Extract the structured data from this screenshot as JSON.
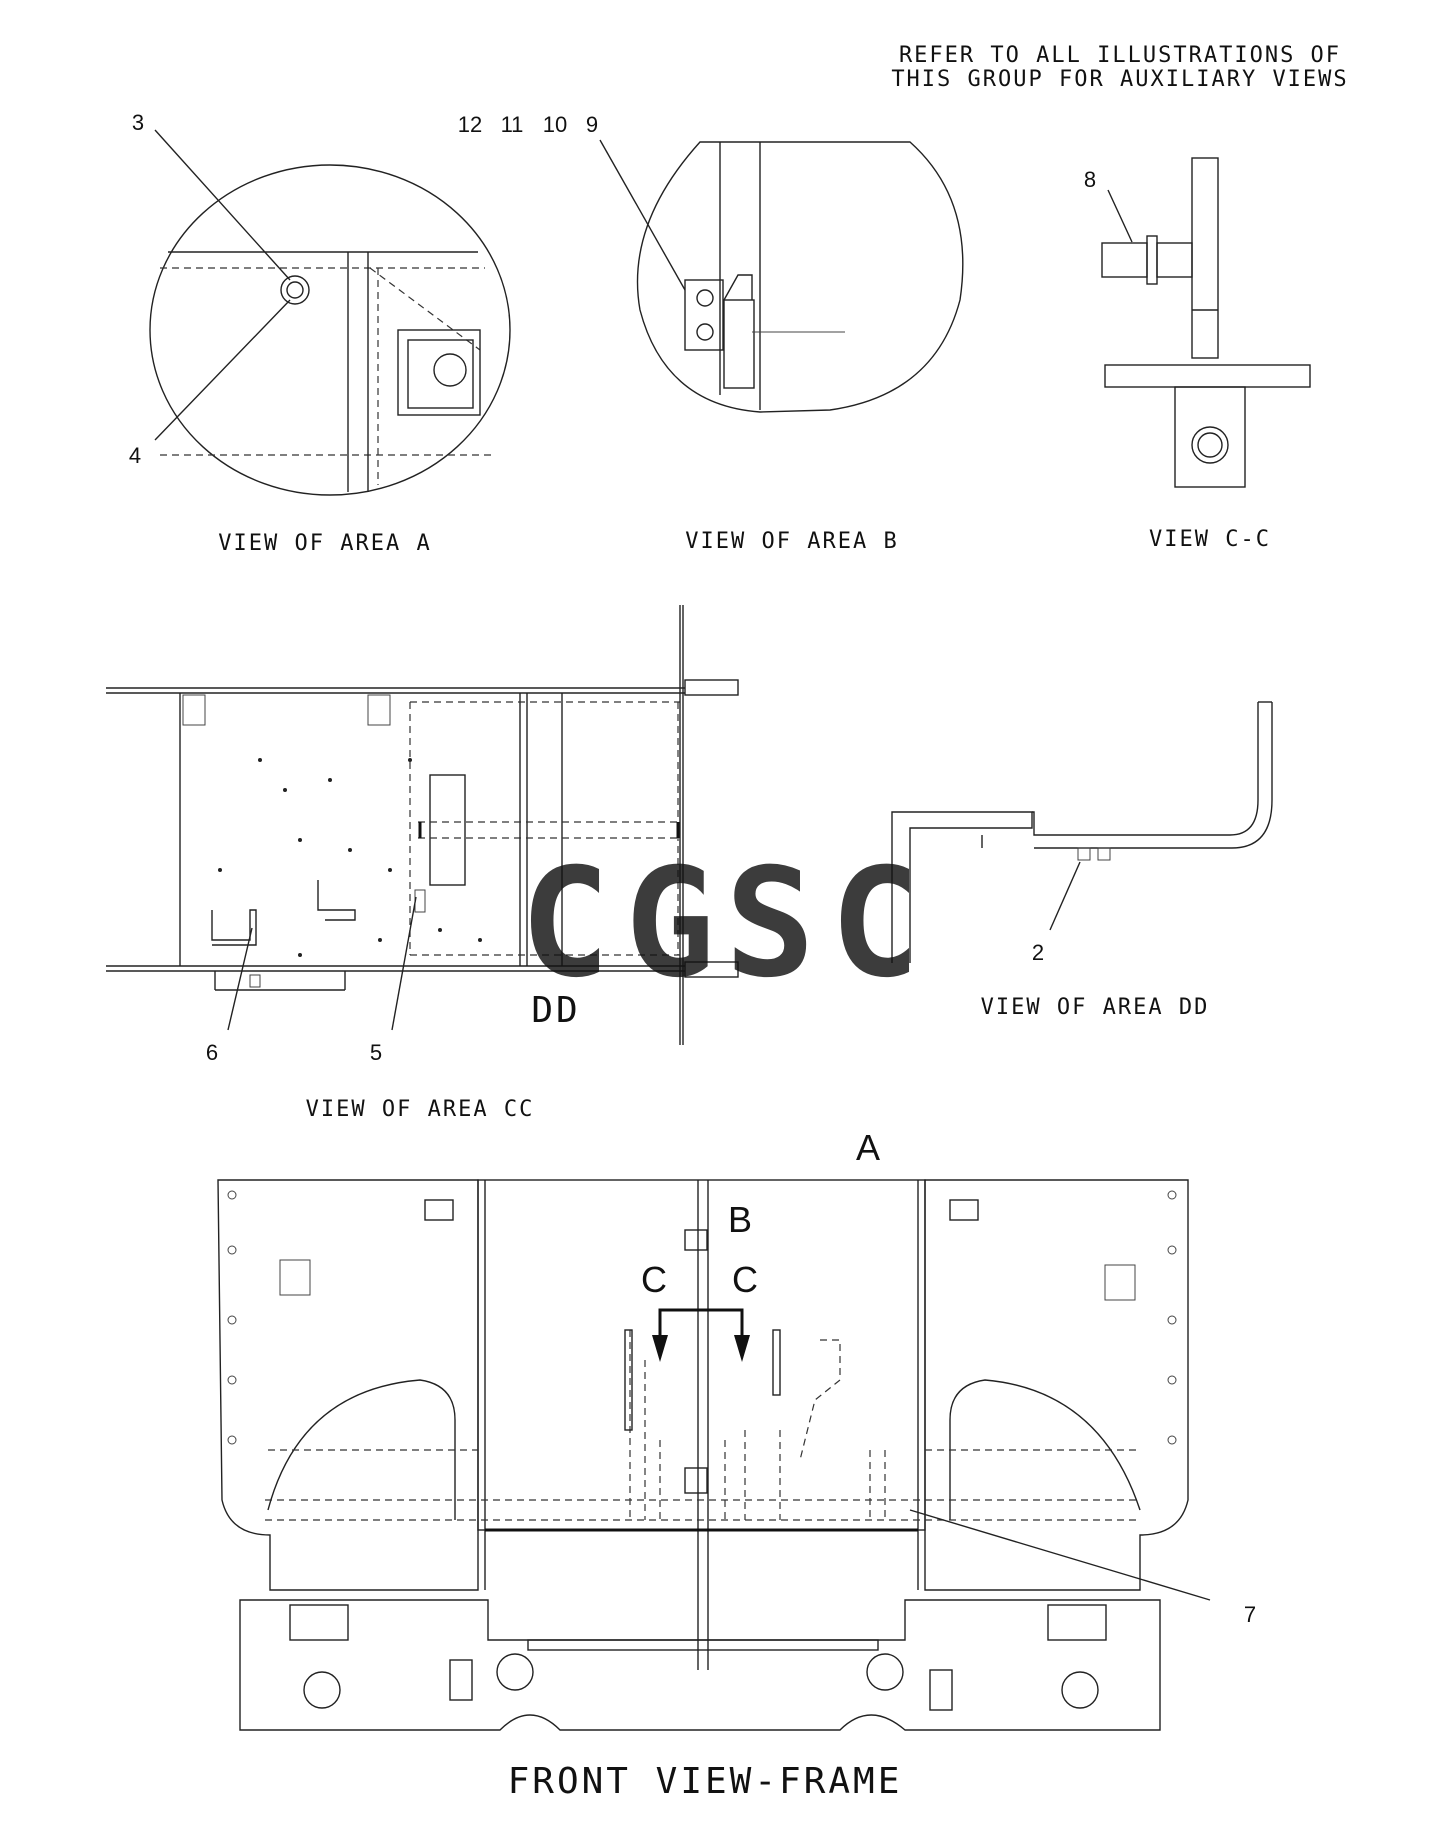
{
  "note": {
    "line1": "REFER TO ALL ILLUSTRATIONS OF",
    "line2": "THIS GROUP FOR AUXILIARY VIEWS"
  },
  "views": {
    "area_a": "VIEW OF AREA A",
    "area_b": "VIEW OF AREA B",
    "cc_section": "VIEW C-C",
    "area_cc": "VIEW OF AREA CC",
    "area_dd": "VIEW OF AREA DD",
    "front": "FRONT VIEW-FRAME",
    "dd_label": "DD"
  },
  "callouts": {
    "c2": "2",
    "c3": "3",
    "c4": "4",
    "c5": "5",
    "c6": "6",
    "c7": "7",
    "c8": "8",
    "c9": "9",
    "c10": "10",
    "c11": "11",
    "c12": "12"
  },
  "markers": {
    "a": "A",
    "b": "B",
    "c_left": "C",
    "c_right": "C"
  },
  "watermark": {
    "letters": [
      "C",
      "G",
      "S",
      "C"
    ],
    "colors": [
      "#5a8dee",
      "#ea6b5e",
      "#f6cc4e",
      "#4aa86e"
    ]
  }
}
